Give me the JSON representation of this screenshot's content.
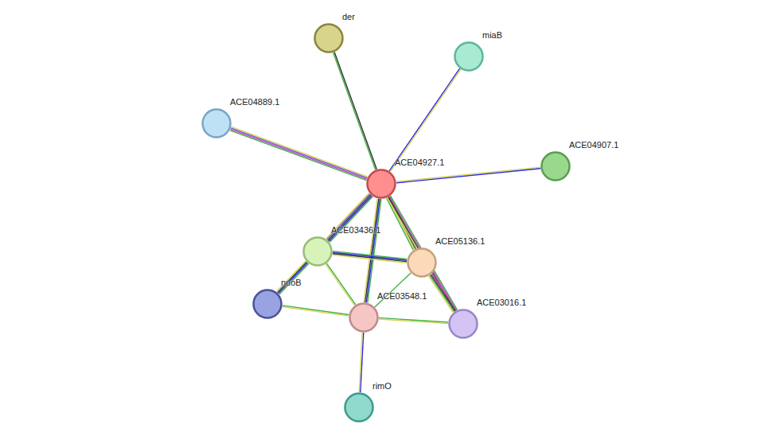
{
  "diagram": {
    "nodes": [
      {
        "text": [
          "der"
        ]
      },
      {
        "text": [
          "miaB"
        ]
      },
      {
        "text": [
          "ACE04889.1"
        ]
      },
      {
        "text": [
          "ACE04927.1"
        ]
      },
      {
        "text": [
          "ACE04907.1"
        ]
      },
      {
        "text": [
          "ACE03436.1"
        ]
      },
      {
        "text": [
          "ACE05136.1"
        ]
      },
      {
        "text": [
          "nuoB"
        ]
      },
      {
        "text": [
          "ACE03548.1"
        ]
      },
      {
        "text": [
          "ACE03016.1"
        ]
      },
      {
        "text": [
          "rimO"
        ]
      }
    ],
    "edges": [
      {
        "from": 3,
        "to": 0,
        "arrow": "none"
      },
      {
        "from": 3,
        "to": 1,
        "arrow": "none"
      },
      {
        "from": 3,
        "to": 2,
        "arrow": "none"
      },
      {
        "from": 3,
        "to": 4,
        "arrow": "none"
      },
      {
        "from": 3,
        "to": 5,
        "arrow": "none"
      },
      {
        "from": 3,
        "to": 6,
        "arrow": "none"
      },
      {
        "from": 3,
        "to": 8,
        "arrow": "none"
      },
      {
        "from": 3,
        "to": 9,
        "arrow": "none"
      },
      {
        "from": 5,
        "to": 7,
        "arrow": "none"
      },
      {
        "from": 5,
        "to": 6,
        "arrow": "none"
      },
      {
        "from": 5,
        "to": 8,
        "arrow": "none"
      },
      {
        "from": 6,
        "to": 8,
        "arrow": "none"
      },
      {
        "from": 6,
        "to": 9,
        "arrow": "none"
      },
      {
        "from": 7,
        "to": 8,
        "arrow": "none"
      },
      {
        "from": 8,
        "to": 9,
        "arrow": "none"
      },
      {
        "from": 8,
        "to": 10,
        "arrow": "none"
      }
    ]
  }
}
